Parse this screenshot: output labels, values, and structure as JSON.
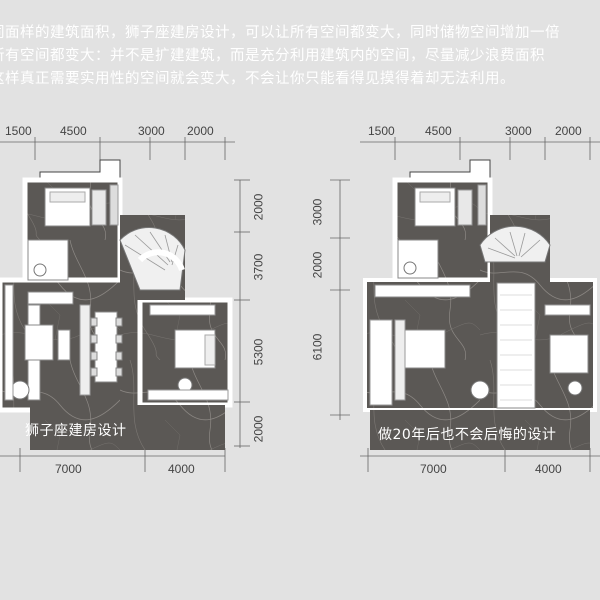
{
  "intro_lines": [
    "同面样的建筑面积，狮子座建房设计，可以让所有空间都变大，同时储物空间增加一倍",
    "所有空间都变大：并不是扩建建筑，而是充分利用建筑内的空间，尽量减少浪费面积",
    "这样真正需要实用性的空间就会变大，不会让你只能看得见摸得着却无法利用。"
  ],
  "left_plan": {
    "caption": "狮子座建房设计",
    "top_dims": [
      "1500",
      "4500",
      "3000",
      "2000"
    ],
    "right_dims": [
      "2000",
      "3700",
      "5300",
      "2000"
    ],
    "bottom_dims": [
      "7000",
      "4000"
    ]
  },
  "right_plan": {
    "caption": "做20年后也不会后悔的设计",
    "top_dims": [
      "1500",
      "4500",
      "3000",
      "2000"
    ],
    "left_dims": [
      "3000",
      "2000",
      "6100"
    ],
    "bottom_dims": [
      "7000",
      "4000"
    ]
  },
  "colors": {
    "background": "#e2e2e2",
    "marble": "#5a5754",
    "wall": "#ffffff",
    "dim_line": "#555555"
  }
}
